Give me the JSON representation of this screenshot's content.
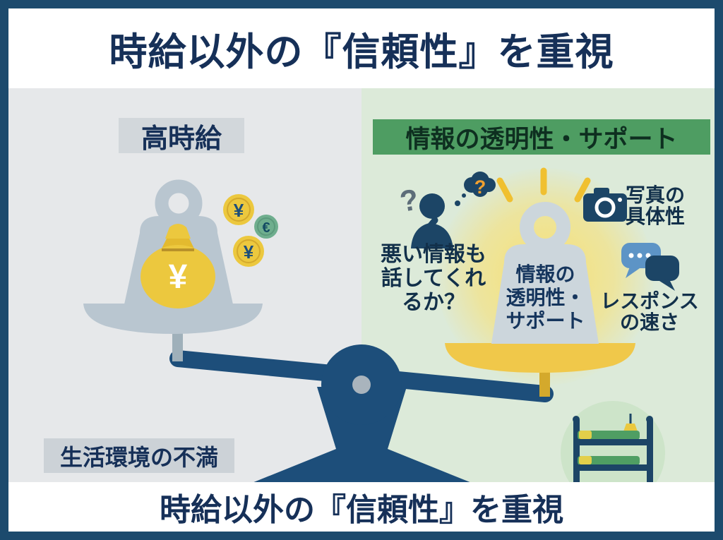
{
  "header": {
    "title": "時給以外の『信頼性』を重視"
  },
  "footer": {
    "title": "時給以外の『信頼性』を重視"
  },
  "left_panel": {
    "label": "高時給",
    "bottom_label": "生活環境の不満",
    "money_bag_symbol": "¥",
    "coins": {
      "yen_top": "¥",
      "euro": "€",
      "yen_bottom": "¥"
    }
  },
  "right_panel": {
    "label": "情報の透明性・サポート",
    "thinker": {
      "question_mark_gray": "?",
      "question_mark_orange": "?",
      "caption": "悪い情報も\n話してくれ\nるか？"
    },
    "weight_label": "情報の\n透明性・\nサポート",
    "camera_caption": "写真の\n具体性",
    "chat_caption": "レスポンス\nの速さ"
  },
  "colors": {
    "frame_navy": "#1c4a6d",
    "title_navy": "#163058",
    "left_bg": "#e6e8ea",
    "right_bg": "#dcead9",
    "gray_label_bg": "#d2d7db",
    "green_label_bg": "#4e9d62",
    "scale_navy": "#1d4e7a",
    "pan_gold": "#f0c84a",
    "weight_gray": "#b9c6d0",
    "coin_gold": "#ecc83e",
    "accent_orange": "#f0a030"
  }
}
